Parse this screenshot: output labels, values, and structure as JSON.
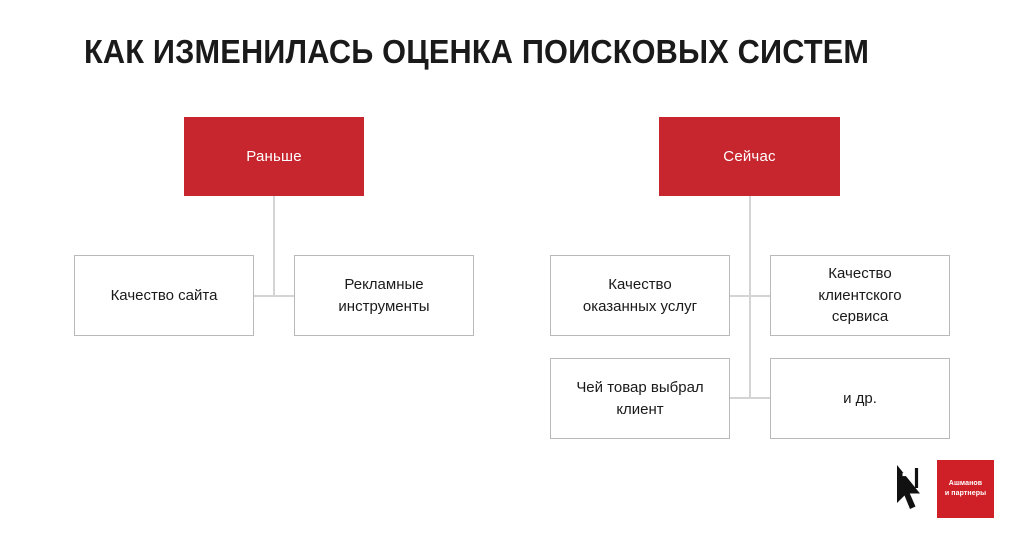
{
  "slide": {
    "title": "КАК ИЗМЕНИЛАСЬ ОЦЕНКА ПОИСКОВЫХ СИСТЕМ",
    "background_color": "#ffffff",
    "accent_color": "#c8262e",
    "border_color": "#b9b9b9",
    "connector_color": "#d4d4d4"
  },
  "groups": {
    "left": {
      "head_label": "Раньше",
      "leaves": [
        {
          "label": "Качество сайта"
        },
        {
          "label": "Рекламные\nинструменты"
        }
      ]
    },
    "right": {
      "head_label": "Сейчас",
      "leaves": [
        {
          "label": "Качество\nоказанных услуг"
        },
        {
          "label": "Качество\nклиентского\nсервиса"
        },
        {
          "label": "Чей товар выбрал\nклиент"
        },
        {
          "label": "и др."
        }
      ]
    }
  },
  "logo": {
    "mark": "ashmanov-a-cursor-mark",
    "line1": "Ашманов",
    "line2": "и партнеры",
    "box_color": "#cf2027"
  }
}
